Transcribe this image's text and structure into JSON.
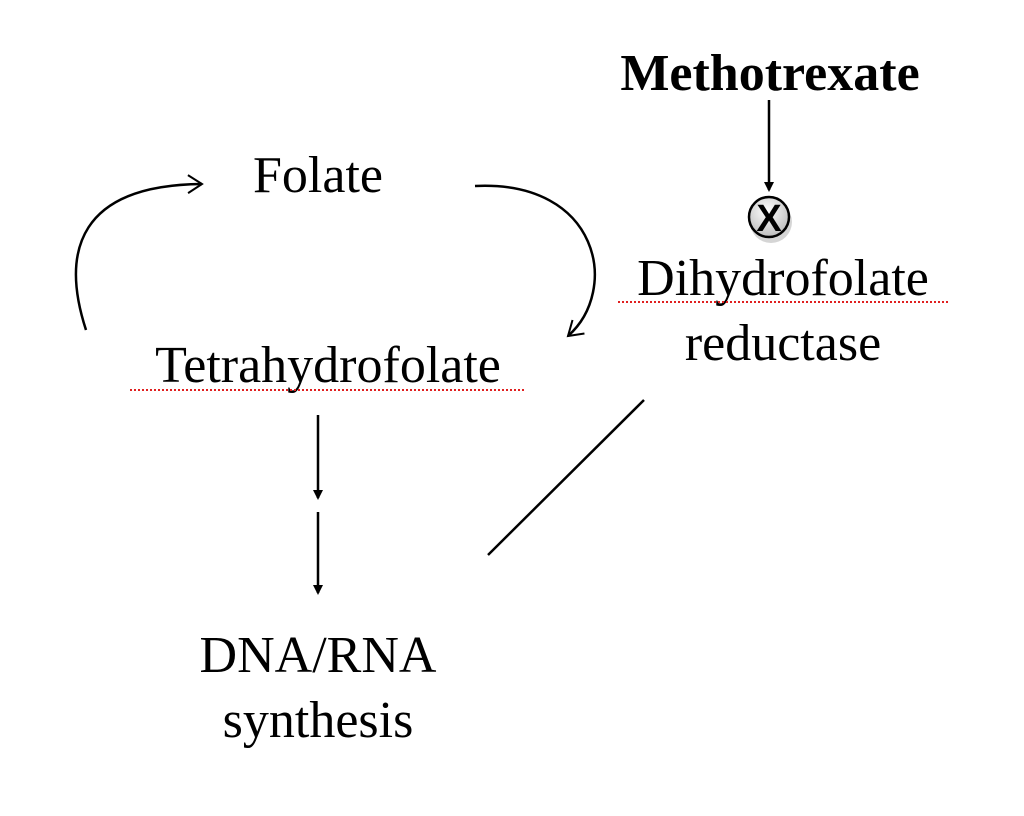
{
  "nodes": {
    "drug": "Methotrexate",
    "folate": "Folate",
    "enzyme_line1": "Dihydrofolate",
    "enzyme_line2": "reductase",
    "thf": "Tetrahydrofolate",
    "output_line1": "DNA/RNA",
    "output_line2": "synthesis"
  },
  "inhibition_mark": "X",
  "colors": {
    "text": "#000000",
    "spellcheck": "#e02020"
  }
}
